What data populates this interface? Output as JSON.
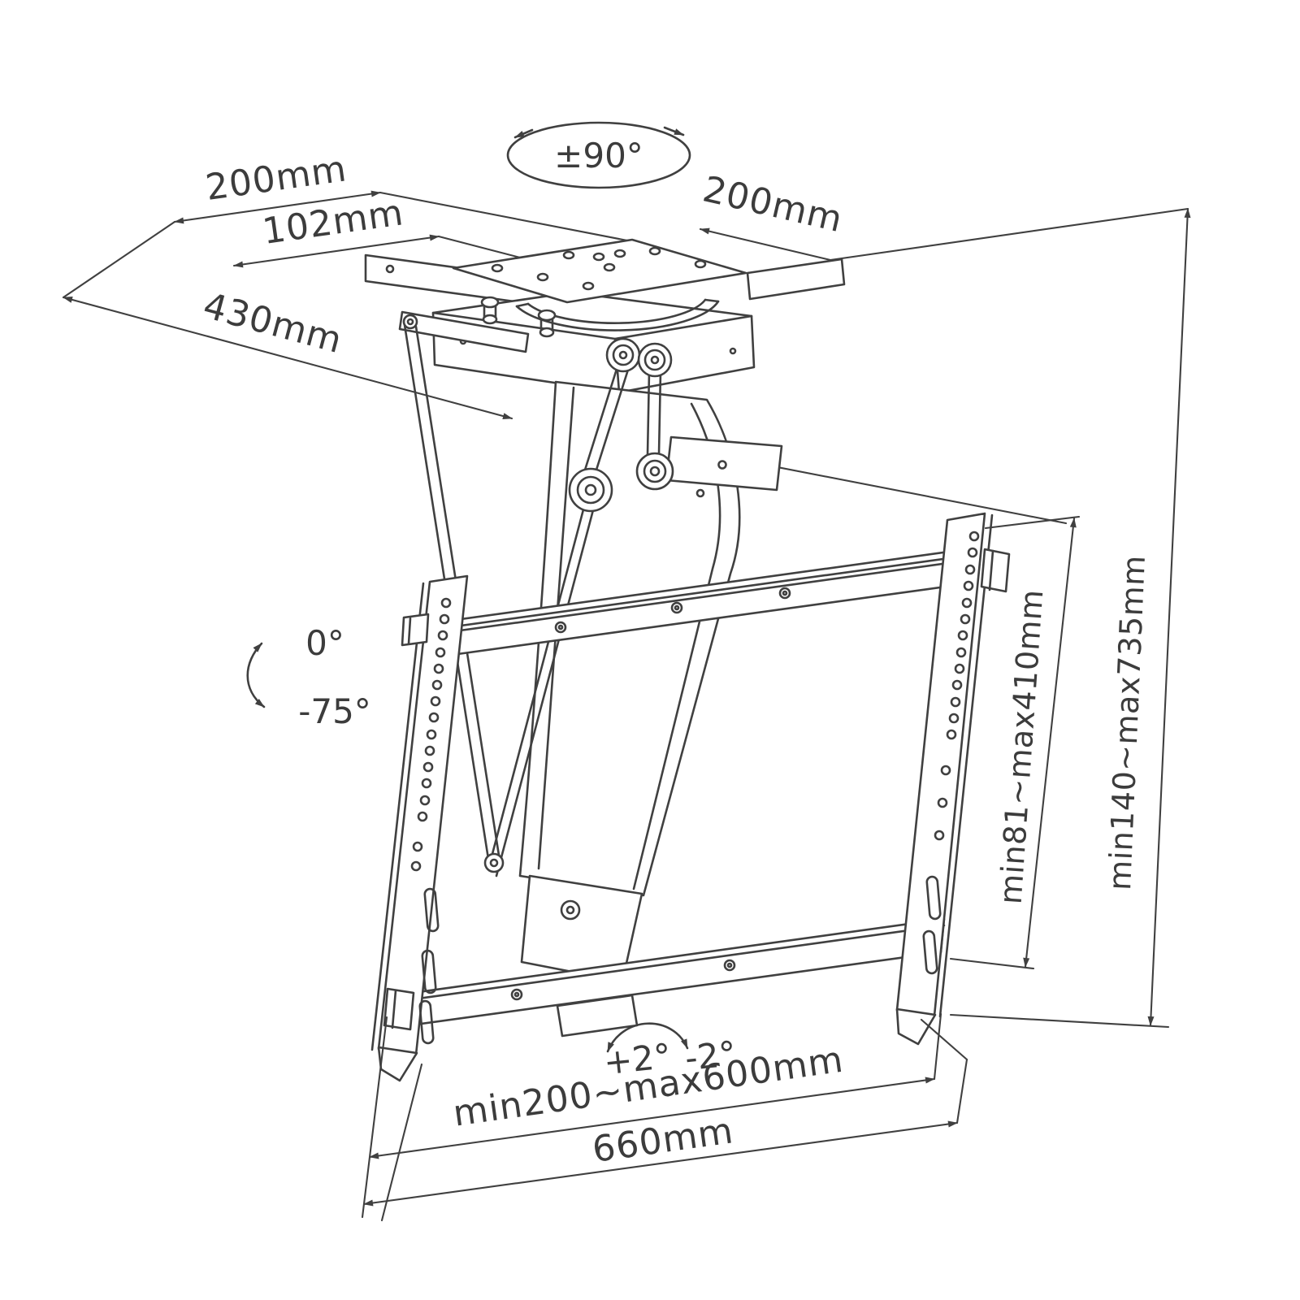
{
  "diagram": {
    "type": "technical-line-drawing",
    "subject": "motorized flip-down ceiling TV mount with dimensions",
    "colors": {
      "line": "#404040",
      "background": "#ffffff",
      "text": "#3c3c3c"
    },
    "labels": {
      "rotation_range": "±90°",
      "ceiling_plate_width": "200mm",
      "ceiling_plate_inner_width": "102mm",
      "ceiling_plate_depth": "430mm",
      "ceiling_plate_side": "200mm",
      "fold_angle_max": "0°",
      "fold_angle_min": "-75°",
      "drop_height_range": "min140~max735mm",
      "vesa_height_range": "min81~max410mm",
      "level_adjust_plus": "+2°",
      "level_adjust_minus": "-2°",
      "vesa_width_range": "min200~max600mm",
      "bracket_width": "660mm"
    }
  }
}
